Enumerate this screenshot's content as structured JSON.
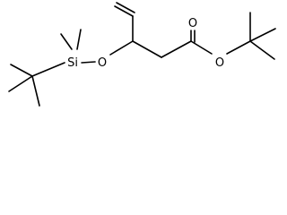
{
  "structure": {
    "atom_labels": {
      "silicon": "Si",
      "ether_oxygen": "O",
      "carbonyl_oxygen": "O",
      "ester_oxygen": "O"
    },
    "colors": {
      "bond": "#000000",
      "label": "#000000",
      "background": "#ffffff"
    }
  }
}
